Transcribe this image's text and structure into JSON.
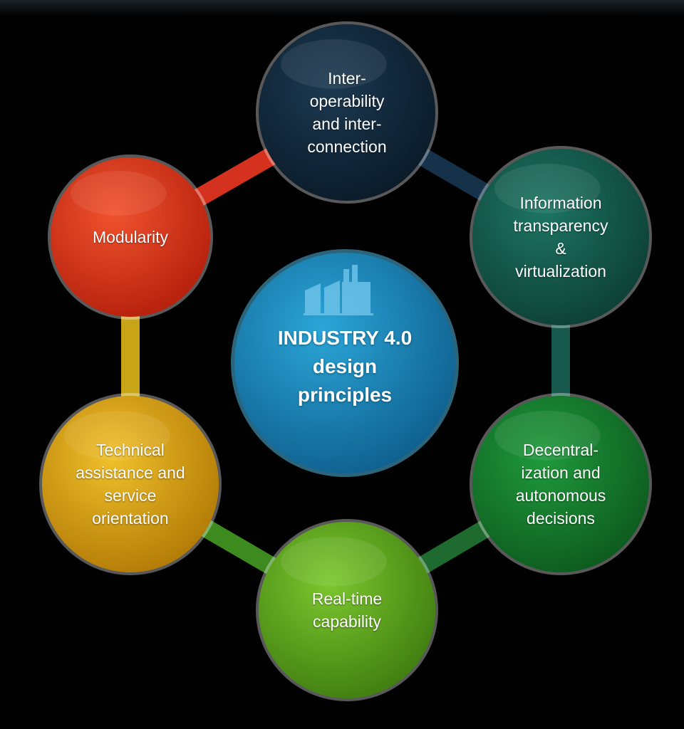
{
  "center": {
    "title": "INDUSTRY 4.0\ndesign\nprinciples",
    "icon": "factory-icon",
    "color": "#1b8fc4"
  },
  "principles": [
    {
      "name": "interoperability",
      "label": "Inter-\noperability\nand inter-\nconnection",
      "color": "#0f2436",
      "ring_color": "#15324a"
    },
    {
      "name": "information-transparency",
      "label": "Information\ntransparency\n&\nvirtualization",
      "color": "#13574a",
      "ring_color": "#17594d"
    },
    {
      "name": "decentralization",
      "label": "Decentral-\nization and\nautonomous\ndecisions",
      "color": "#147a2c",
      "ring_color": "#1f6a2f"
    },
    {
      "name": "real-time-capability",
      "label": "Real-time\ncapability",
      "color": "#5aa21c",
      "ring_color": "#3d8a1f"
    },
    {
      "name": "technical-assistance",
      "label": "Technical\nassistance and\nservice\norientation",
      "color": "#d9a010",
      "ring_color": "#c8a417"
    },
    {
      "name": "modularity",
      "label": "Modularity",
      "color": "#e0321a",
      "ring_color": "#d4311e"
    }
  ]
}
